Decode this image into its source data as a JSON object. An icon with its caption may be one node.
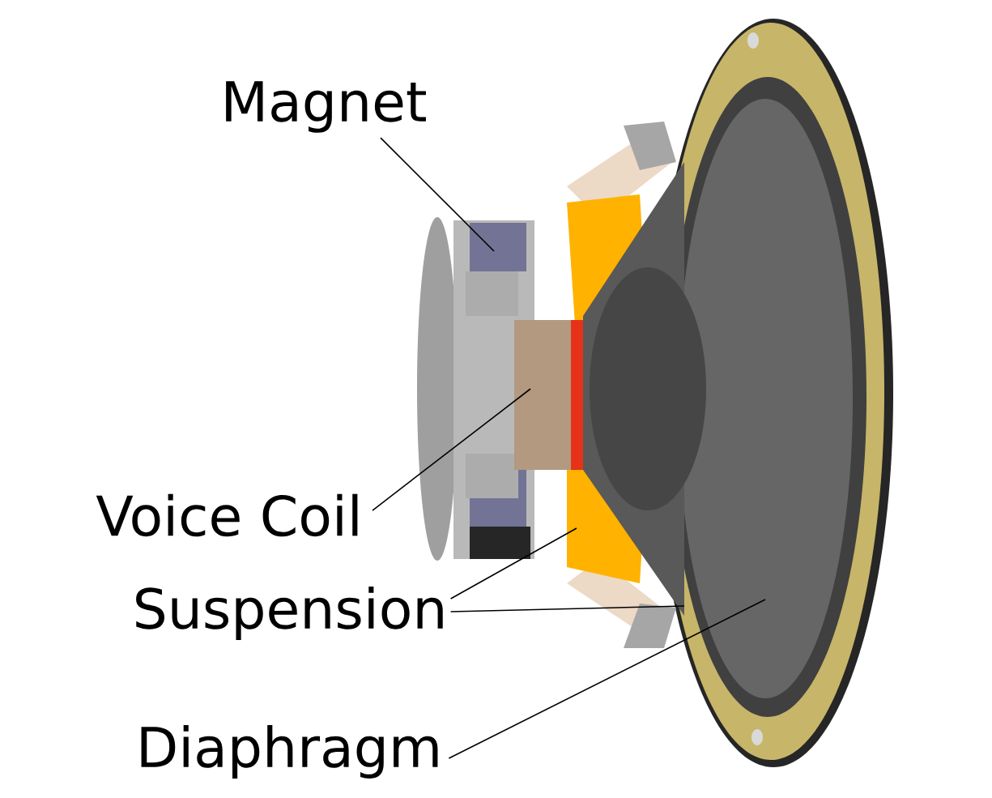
{
  "diagram": {
    "nodes": [
      {
        "text": [
          "Magnet"
        ]
      },
      {
        "text": [
          "Voice Coil"
        ]
      },
      {
        "text": [
          "Suspension"
        ]
      },
      {
        "text": [
          "Diaphragm"
        ]
      }
    ],
    "edges": [
      {
        "from": 0,
        "to": null,
        "arrow": "none"
      },
      {
        "from": 1,
        "to": null,
        "arrow": "none"
      },
      {
        "from": 2,
        "to": null,
        "arrow": "none"
      },
      {
        "from": 2,
        "to": null,
        "arrow": "none"
      },
      {
        "from": 3,
        "to": null,
        "arrow": "none"
      }
    ]
  }
}
